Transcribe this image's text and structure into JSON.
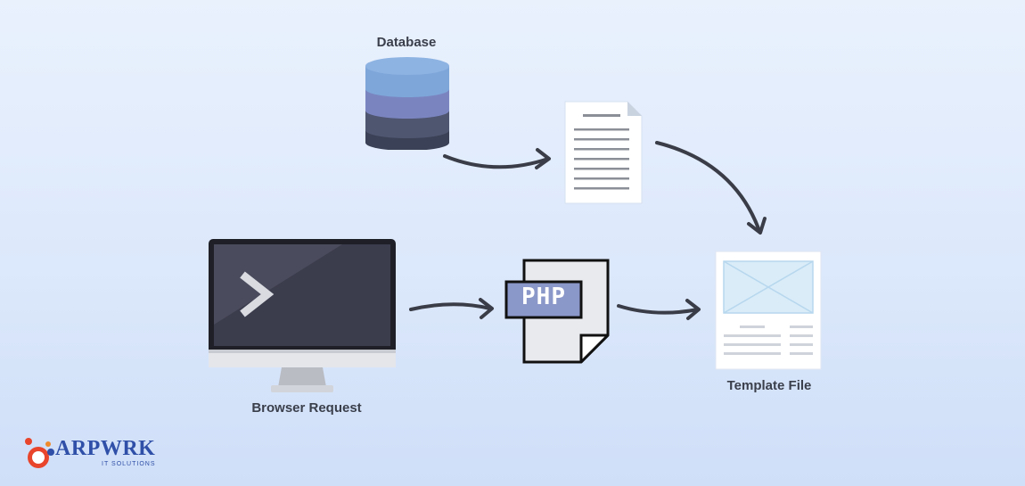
{
  "nodes": {
    "database": {
      "label": "Database",
      "icon": "database-icon"
    },
    "data_document": {
      "icon": "document-icon"
    },
    "browser_request": {
      "label": "Browser Request",
      "icon": "monitor-icon"
    },
    "php_file": {
      "label_text": "PHP",
      "icon": "php-file-icon"
    },
    "template_file": {
      "label": "Template File",
      "icon": "template-file-icon"
    }
  },
  "edges": [
    {
      "from": "database",
      "to": "data_document"
    },
    {
      "from": "data_document",
      "to": "template_file"
    },
    {
      "from": "browser_request",
      "to": "php_file"
    },
    {
      "from": "php_file",
      "to": "template_file"
    }
  ],
  "logo": {
    "brand": "ARPWRK",
    "tagline": "IT SOLUTIONS"
  },
  "colors": {
    "arrow": "#3a3d47",
    "db_top": "#7ea6d9",
    "db_mid": "#7a85c0",
    "db_low": "#4f5670",
    "db_base": "#3b4156",
    "php_badge": "#8a97c9",
    "brand_blue": "#2f4fa8"
  }
}
